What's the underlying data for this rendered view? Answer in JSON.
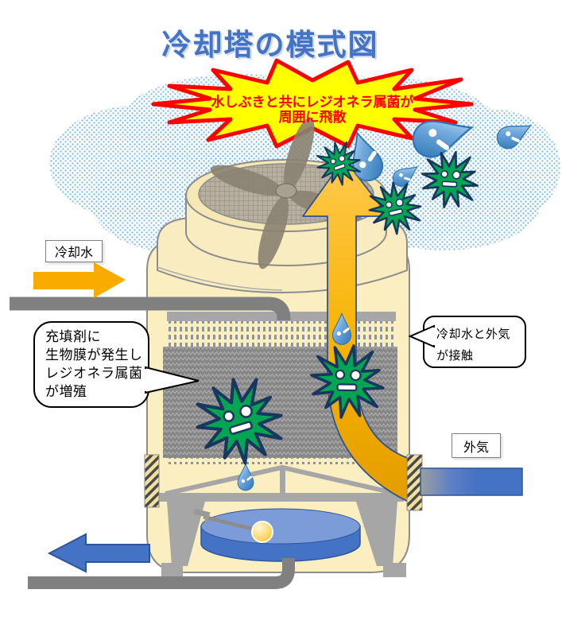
{
  "title": "冷却塔の模式図",
  "burst": {
    "line1": "水しぶきと共にレジオネラ属菌が",
    "line2": "周囲に飛散"
  },
  "labels": {
    "cooling_water": "冷却水",
    "outside_air": "外気"
  },
  "callouts": {
    "fill_material": {
      "lines": [
        "充填剤に",
        "生物膜が発生し",
        "レジオネラ属菌",
        "が増殖"
      ]
    },
    "contact": {
      "lines": [
        "冷却水と外気",
        "が接触"
      ]
    }
  },
  "colors": {
    "title_blue": "#4472C4",
    "burst_fill": "#FFFF00",
    "burst_border": "#FF0000",
    "burst_text": "#FF0000",
    "bacteria_green": "#00A651",
    "bacteria_outline": "#17375E",
    "droplet_blue": "#2E75B6",
    "flow_orange": "#FFC000",
    "air_arrow_blue": "#4472C4",
    "tower_cream": "#F8ECC0",
    "pipe_grey": "#808080",
    "cloud_dot_blue": "#85C1E9",
    "basin_blue": "#4472C4",
    "float_ball_yellow": "#FFC000"
  },
  "icons": {
    "bacteria": "bacteria-icon",
    "droplet": "water-droplet-icon",
    "fan": "fan-icon",
    "cloud": "vapor-cloud-icon",
    "starburst": "burst-callout",
    "up_arrow": "airflow-up-arrow",
    "right_arrow": "cooling-water-in-arrow",
    "left_arrow": "cooling-water-out-arrow",
    "air_arrow": "outside-air-in-arrow"
  }
}
